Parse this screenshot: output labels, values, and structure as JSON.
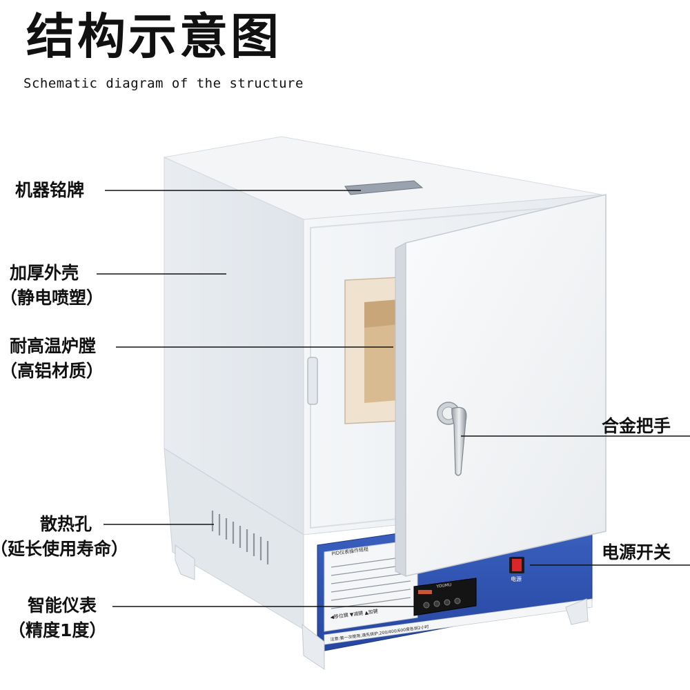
{
  "header": {
    "title": "结构示意图",
    "subtitle": "Schematic diagram of the structure"
  },
  "labels": {
    "nameplate": {
      "line1": "机器铭牌"
    },
    "shell": {
      "line1": "加厚外壳",
      "line2": "（静电喷塑）"
    },
    "chamber": {
      "line1": "耐高温炉膛",
      "line2": "（高铝材质）"
    },
    "vents": {
      "line1": "散热孔",
      "line2": "（延长使用寿命）"
    },
    "meter": {
      "line1": "智能仪表",
      "line2": "（精度1度）"
    },
    "handle": {
      "line1": "合金把手"
    },
    "switch": {
      "line1": "电源开关"
    }
  },
  "panel": {
    "instructions_title": "PID仪表操作规程",
    "bottom_notice": "注意:第一次使用,请先烘炉,200/400/600度各烘2小时",
    "keys": "◀移位键  ▼减键  ▲加键",
    "switch_label": "电源",
    "controller_brand": "YOUMU"
  },
  "colors": {
    "body": "#eef1f4",
    "base_blue": "#2f56b5",
    "chamber": "#e8d3b4"
  }
}
